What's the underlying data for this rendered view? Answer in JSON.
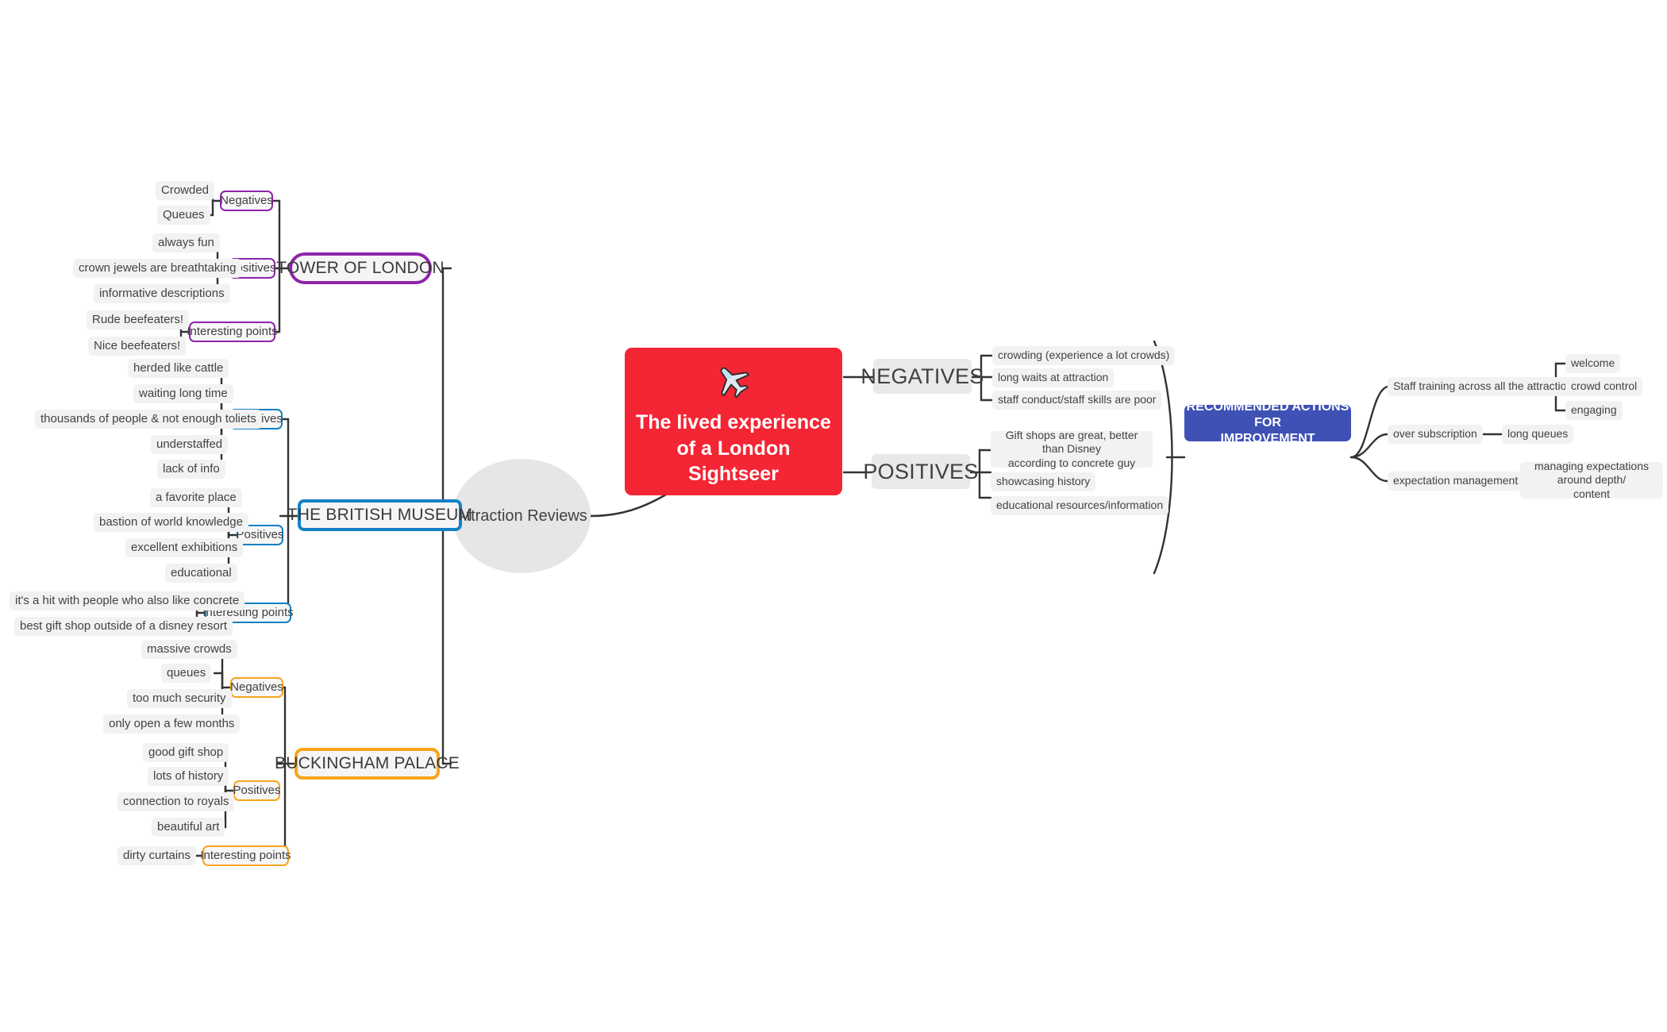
{
  "center": {
    "hub_label": "Attraction Reviews",
    "hero_title": "The lived experience\nof a London\nSightseer",
    "hero_icon": "airplane-icon",
    "hero_color": "#f42534"
  },
  "attractions": [
    {
      "name": "TOWER OF LONDON",
      "color": "#8e24aa",
      "categories": [
        {
          "label": "Negatives",
          "items": [
            "Crowded",
            "Queues"
          ]
        },
        {
          "label": "Positives",
          "items": [
            "always fun",
            "crown jewels are breathtaking",
            "informative descriptions"
          ]
        },
        {
          "label": "Interesting points",
          "items": [
            "Rude beefeaters!",
            "Nice beefeaters!"
          ]
        }
      ]
    },
    {
      "name": "THE BRITISH MUSEUM",
      "color": "#1481c4",
      "categories": [
        {
          "label": "Negatives",
          "items": [
            "herded like cattle",
            "waiting long time",
            "thousands of people & not enough toliets",
            "understaffed",
            "lack of info"
          ]
        },
        {
          "label": "Positives",
          "items": [
            "a favorite place",
            "bastion of world knowledge",
            "excellent exhibitions",
            "educational"
          ]
        },
        {
          "label": "Interesting points",
          "items": [
            "it's a hit with people who also like concrete",
            "best gift shop outside of a disney resort"
          ]
        }
      ]
    },
    {
      "name": "BUCKINGHAM PALACE",
      "color": "#f9a41b",
      "categories": [
        {
          "label": "Negatives",
          "items": [
            "massive crowds",
            "queues",
            "too much security",
            "only open a few months"
          ]
        },
        {
          "label": "Positives",
          "items": [
            "good gift shop",
            "lots of history",
            "connection to royals",
            "beautiful art"
          ]
        },
        {
          "label": "Interesting points",
          "items": [
            "dirty curtains"
          ]
        }
      ]
    }
  ],
  "themes": [
    {
      "label": "NEGATIVES",
      "items": [
        "crowding (experience  a lot crowds)",
        "long waits at attraction",
        "staff conduct/staff skills are poor"
      ]
    },
    {
      "label": "POSITIVES",
      "items": [
        "Gift shops are great, better than Disney\naccording to concrete guy",
        "showcasing history",
        "educational resources/information"
      ]
    }
  ],
  "recommendations": {
    "title": "RECOMMENDED ACTIONS FOR\nIMPROVEMENT",
    "color": "#3f51b5",
    "actions": [
      {
        "label": "Staff training across all the attractions",
        "children": [
          "welcome",
          "crowd control",
          "engaging"
        ]
      },
      {
        "label": "over subscription",
        "children": [
          "long queues"
        ]
      },
      {
        "label": "expectation management",
        "children": [
          "managing expectations around depth/\ncontent"
        ]
      }
    ]
  }
}
